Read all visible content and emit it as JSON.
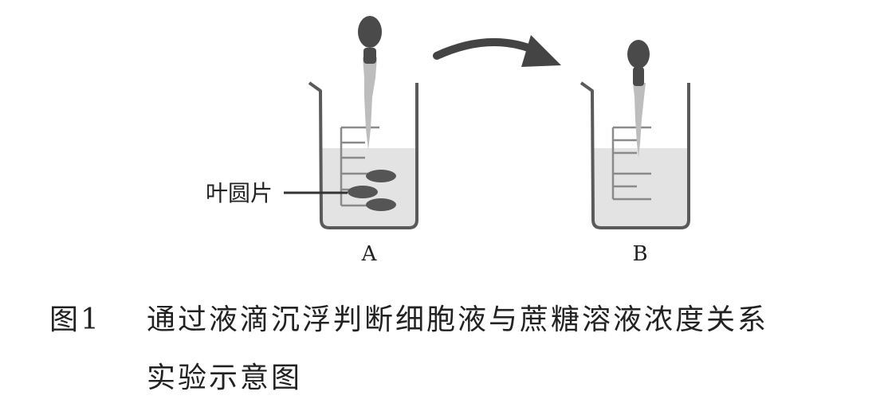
{
  "figure": {
    "leaf_label": "叶圆片",
    "beaker_a_label": "A",
    "beaker_b_label": "B"
  },
  "caption": {
    "prefix": "图1",
    "line1": "通过液滴沉浮判断细胞液与蔗糖溶液浓度关系",
    "line2": "实验示意图"
  },
  "colors": {
    "outline": "#5a5a5a",
    "liquid": "#e3e3e3",
    "dropper_bulb": "#4a4a4a",
    "dropper_tube": "#bdbdbd",
    "leaf_disc": "#555555",
    "arrow": "#444444"
  }
}
